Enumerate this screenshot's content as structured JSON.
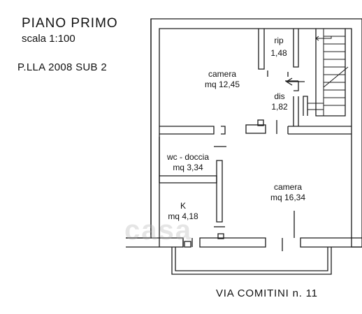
{
  "header": {
    "title": "PIANO  PRIMO",
    "scale": "scala 1:100",
    "parcel": "P.LLA  2008  SUB  2"
  },
  "rooms": {
    "camera1": {
      "name": "camera",
      "area": "mq 12,45"
    },
    "rip": {
      "name": "rip",
      "area": "1,48"
    },
    "dis": {
      "name": "dis",
      "area": "1,82"
    },
    "wc": {
      "name": "wc - doccia",
      "area": "mq 3,34"
    },
    "k": {
      "name": "K",
      "area": "mq 4,18"
    },
    "camera2": {
      "name": "camera",
      "area": "mq 16,34"
    }
  },
  "footer": {
    "address": "VIA  COMITINI  n. 11"
  },
  "watermark": "casa"
}
